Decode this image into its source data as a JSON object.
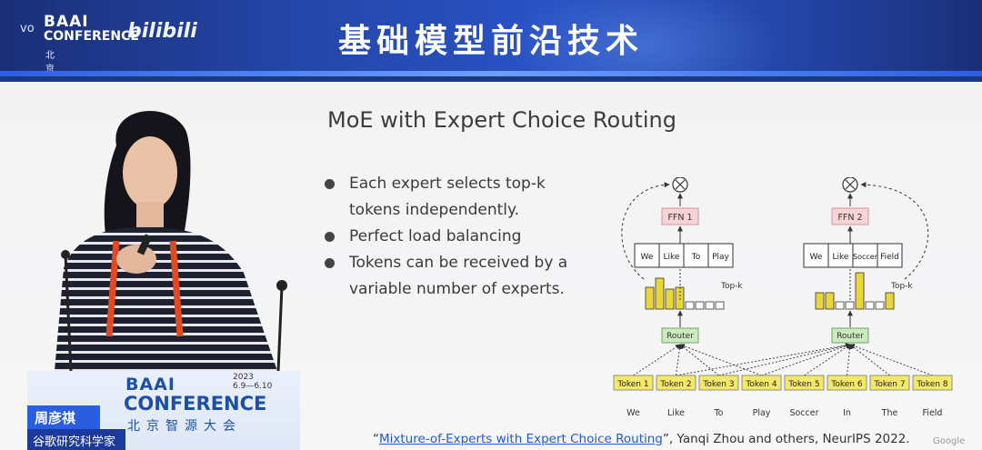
{
  "banner": {
    "title": "基础模型前沿技术",
    "logo_vo": "vo",
    "logo_baai": "BAAI",
    "logo_conference": "CONFERENCE",
    "logo_cn": "北京智源大会",
    "bilibili": "bilibili"
  },
  "slide": {
    "title": "MoE with Expert Choice Routing",
    "bullets": [
      "Each expert selects top-k tokens independently.",
      "Perfect load balancing",
      "Tokens can be received by a variable number of experts."
    ],
    "citation": {
      "open_quote": "“",
      "link": "Mixture-of-Experts with Expert Choice Routing",
      "rest": "”, Yanqi Zhou and others, NeurIPS 2022."
    },
    "google": "Google"
  },
  "diagram": {
    "experts": [
      {
        "ffn": "FFN 1",
        "tokens": [
          "We",
          "Like",
          "To",
          "Play"
        ],
        "topk": "Top-k",
        "router": "Router",
        "bars": [
          0.6,
          0.85,
          0.55,
          0.6,
          0.2,
          0.2,
          0.2,
          0.2
        ]
      },
      {
        "ffn": "FFN 2",
        "tokens": [
          "We",
          "Like",
          "Soccer",
          "Field"
        ],
        "topk": "Top-k",
        "router": "Router",
        "bars": [
          0.45,
          0.45,
          0.2,
          0.2,
          1.0,
          0.2,
          0.2,
          0.45
        ]
      }
    ],
    "token_boxes": [
      "Token 1",
      "Token 2",
      "Token 3",
      "Token 4",
      "Token 5",
      "Token 6",
      "Token 7",
      "Token 8"
    ],
    "words": [
      "We",
      "Like",
      "To",
      "Play",
      "Soccer",
      "In",
      "The",
      "Field"
    ]
  },
  "podium": {
    "baai": "BAAI",
    "year": "2023",
    "dates": "6.9—6.10",
    "conference": "CONFERENCE",
    "cn": "北京智源大会"
  },
  "speaker": {
    "name": "周彦祺",
    "role": "谷歌研究科学家"
  },
  "colors": {
    "banner": "#2446a8",
    "ffn_fill": "#f8d3d6",
    "router_fill": "#cdeabf",
    "token_fill": "#f4e86a",
    "bar_fill": "#e9d63a"
  }
}
